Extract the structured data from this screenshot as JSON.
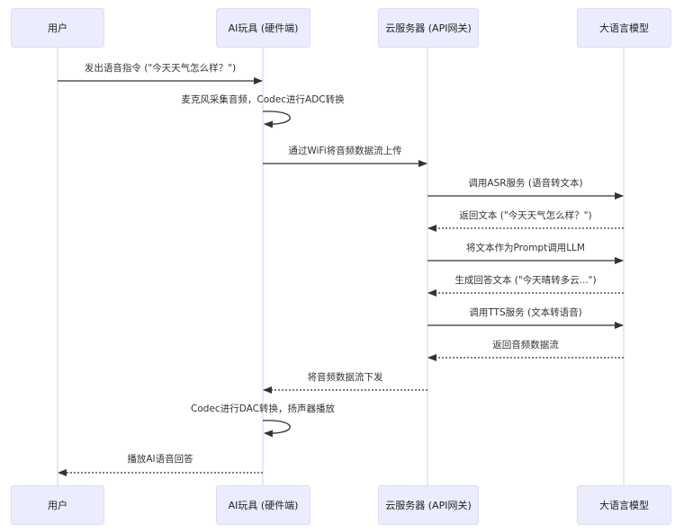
{
  "participants": [
    {
      "id": "user",
      "label": "用户"
    },
    {
      "id": "toy",
      "label": "AI玩具 (硬件端)"
    },
    {
      "id": "server",
      "label": "云服务器 (API网关)"
    },
    {
      "id": "llm",
      "label": "大语言模型"
    }
  ],
  "messages": [
    {
      "from": "user",
      "to": "toy",
      "style": "solid",
      "label": "发出语音指令 (\"今天天气怎么样？\")"
    },
    {
      "from": "toy",
      "to": "toy",
      "style": "solid",
      "label": "麦克风采集音频，Codec进行ADC转换"
    },
    {
      "from": "toy",
      "to": "server",
      "style": "solid",
      "label": "通过WiFi将音频数据流上传"
    },
    {
      "from": "server",
      "to": "llm",
      "style": "solid",
      "label": "调用ASR服务 (语音转文本)"
    },
    {
      "from": "llm",
      "to": "server",
      "style": "dashed",
      "label": "返回文本 (\"今天天气怎么样？\")"
    },
    {
      "from": "server",
      "to": "llm",
      "style": "solid",
      "label": "将文本作为Prompt调用LLM"
    },
    {
      "from": "llm",
      "to": "server",
      "style": "dashed",
      "label": "生成回答文本 (\"今天晴转多云...\")"
    },
    {
      "from": "server",
      "to": "llm",
      "style": "solid",
      "label": "调用TTS服务 (文本转语音)"
    },
    {
      "from": "llm",
      "to": "server",
      "style": "dashed",
      "label": "返回音频数据流"
    },
    {
      "from": "server",
      "to": "toy",
      "style": "dashed",
      "label": "将音频数据流下发"
    },
    {
      "from": "toy",
      "to": "toy",
      "style": "solid",
      "label": "Codec进行DAC转换，扬声器播放"
    },
    {
      "from": "toy",
      "to": "user",
      "style": "dashed",
      "label": "播放AI语音回答"
    }
  ],
  "colors": {
    "actor_fill": "#ececff",
    "actor_border": "#dcdcf5",
    "lifeline": "#d6ccf5",
    "arrow": "#333333"
  }
}
